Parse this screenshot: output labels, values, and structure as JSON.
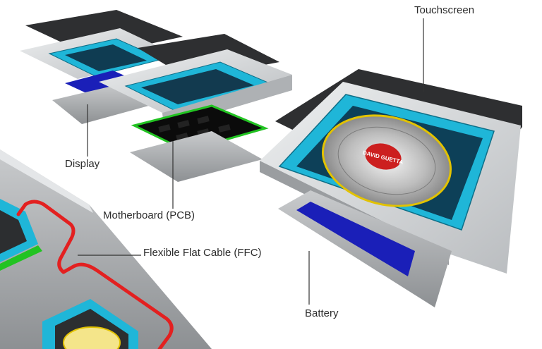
{
  "labels": {
    "touchscreen": "Touchscreen",
    "display": "Display",
    "motherboard": "Motherboard (PCB)",
    "ffc": "Flexible Flat Cable (FFC)",
    "battery": "Battery"
  },
  "disc_text": "DAVID GUETTA",
  "colors": {
    "frame": "#d4d6d8",
    "dark_panel": "#2e2f31",
    "screen_cyan": "#1fb6d8",
    "pcb_green": "#22c322",
    "battery_blue": "#1a1fb8",
    "ffc_red": "#e32020",
    "leader": "#333333"
  }
}
